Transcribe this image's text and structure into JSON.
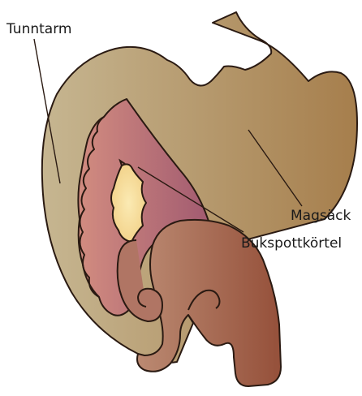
{
  "labels": {
    "small_intestine": "Tunntarm",
    "stomach": "Magsäck",
    "pancreas": "Bukspottkörtel"
  },
  "colors": {
    "stomach_light": "#c4b38e",
    "stomach_dark": "#a88352",
    "pancreas_light": "#d48a80",
    "pancreas_dark": "#a25a70",
    "gland_core": "#f6df9e",
    "intestine_light": "#b9806a",
    "intestine_dark": "#96523c",
    "outline": "#2a1a12"
  }
}
